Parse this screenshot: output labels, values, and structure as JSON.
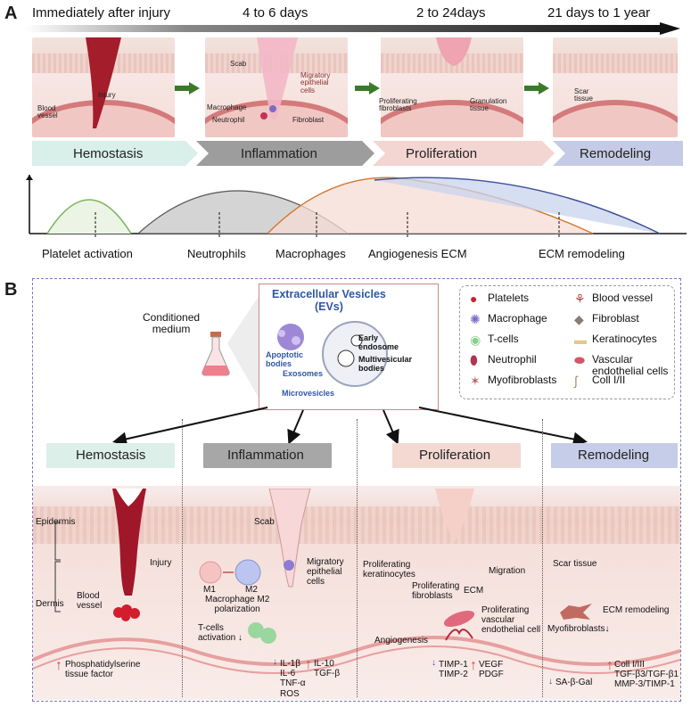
{
  "panel_a": {
    "letter": "A",
    "timeline": [
      "Immediately after injury",
      "4 to 6 days",
      "2 to 24days",
      "21 days to 1 year"
    ],
    "tile1": {
      "labels": {
        "injury": "Injury",
        "blood_vessel": "Blood\nvessel"
      }
    },
    "tile2": {
      "labels": {
        "scab": "Scab",
        "migratory": "Migratory\nepithelial\ncells",
        "macrophage": "Macrophage",
        "neutrophil": "Neutrophil",
        "fibroblast": "Fibroblast"
      }
    },
    "tile3": {
      "labels": {
        "prolif": "Proliferating\nfibroblasts",
        "granulation": "Granulation\ntissue"
      }
    },
    "tile4": {
      "labels": {
        "scar": "Scar\ntissue"
      }
    },
    "phases": [
      "Hemostasis",
      "Inflammation",
      "Proliferation",
      "Remodeling"
    ],
    "phase_colors": [
      "#d9efe9",
      "#9d9d9d",
      "#f3d5d2",
      "#c5cbe6"
    ],
    "curve_labels": [
      "Platelet activation",
      "Neutrophils",
      "Macrophages",
      "Angiogenesis ECM",
      "ECM remodeling"
    ]
  },
  "panel_b": {
    "letter": "B",
    "conditioned_medium": "Conditioned\nmedium",
    "ev": {
      "title": "Extracellular Vesicles\n(EVs)",
      "apoptotic": "Apoptotic\nbodies",
      "early": "Early\nendosome",
      "multivesicular": "Multivesicular\nbodies",
      "exosomes": "Exosomes",
      "microvesicles": "Microvesicles"
    },
    "legend": [
      {
        "icon": "platelets-icon",
        "label": "Platelets"
      },
      {
        "icon": "macrophage-icon",
        "label": "Macrophage"
      },
      {
        "icon": "t-cells-icon",
        "label": "T-cells"
      },
      {
        "icon": "neutrophil-icon",
        "label": "Neutrophil"
      },
      {
        "icon": "myofibroblast-icon",
        "label": "Myofibroblasts"
      },
      {
        "icon": "blood-vessel-icon",
        "label": "Blood vessel"
      },
      {
        "icon": "fibroblast-icon",
        "label": "Fibroblast"
      },
      {
        "icon": "keratinocyte-icon",
        "label": "Keratinocytes"
      },
      {
        "icon": "vascular-endothelial-icon",
        "label": "Vascular\nendothelial cells"
      },
      {
        "icon": "collagen-icon",
        "label": "Coll I/II"
      }
    ],
    "phases": [
      "Hemostasis",
      "Inflammation",
      "Proliferation",
      "Remodeling"
    ],
    "phase_colors": [
      "#dcefe9",
      "#a7a7a7",
      "#f3d9d2",
      "#c6cde8"
    ],
    "hemostasis": {
      "epidermis": "Epidermis",
      "dermis": "Dermis",
      "injury": "Injury",
      "blood_vessel": "Blood\nvessel",
      "effect": "Phosphatidylserine\ntissue factor"
    },
    "inflammation": {
      "scab": "Scab",
      "migratory": "Migratory\nepithelial\ncells",
      "m1": "M1",
      "m2": "M2",
      "polarization": "Macrophage M2\npolarization",
      "tcells": "T-cells\nactivation ↓",
      "down": "IL-1β\nIL-6\nTNF-α\nROS",
      "up": "IL-10\nTGF-β"
    },
    "proliferation": {
      "keratinocytes": "Proliferating\nkeratinocytes",
      "migration": "Migration",
      "fibroblasts": "Proliferating\nfibroblasts",
      "ecm": "ECM",
      "vascular": "Proliferating\nvascular\nendothelial cell",
      "angiogenesis": "Angiogenesis",
      "down": "TIMP-1\nTIMP-2",
      "up": "VEGF\nPDGF"
    },
    "remodeling": {
      "scar": "Scar tissue",
      "ecm_remodeling": "ECM remodeling",
      "myofibroblasts": "Myofibroblasts↓",
      "down": "SA-β-Gal",
      "up": "Coll I/III\nTGF-β3/TGF-β1\nMMP-3/TIMP-1"
    }
  }
}
